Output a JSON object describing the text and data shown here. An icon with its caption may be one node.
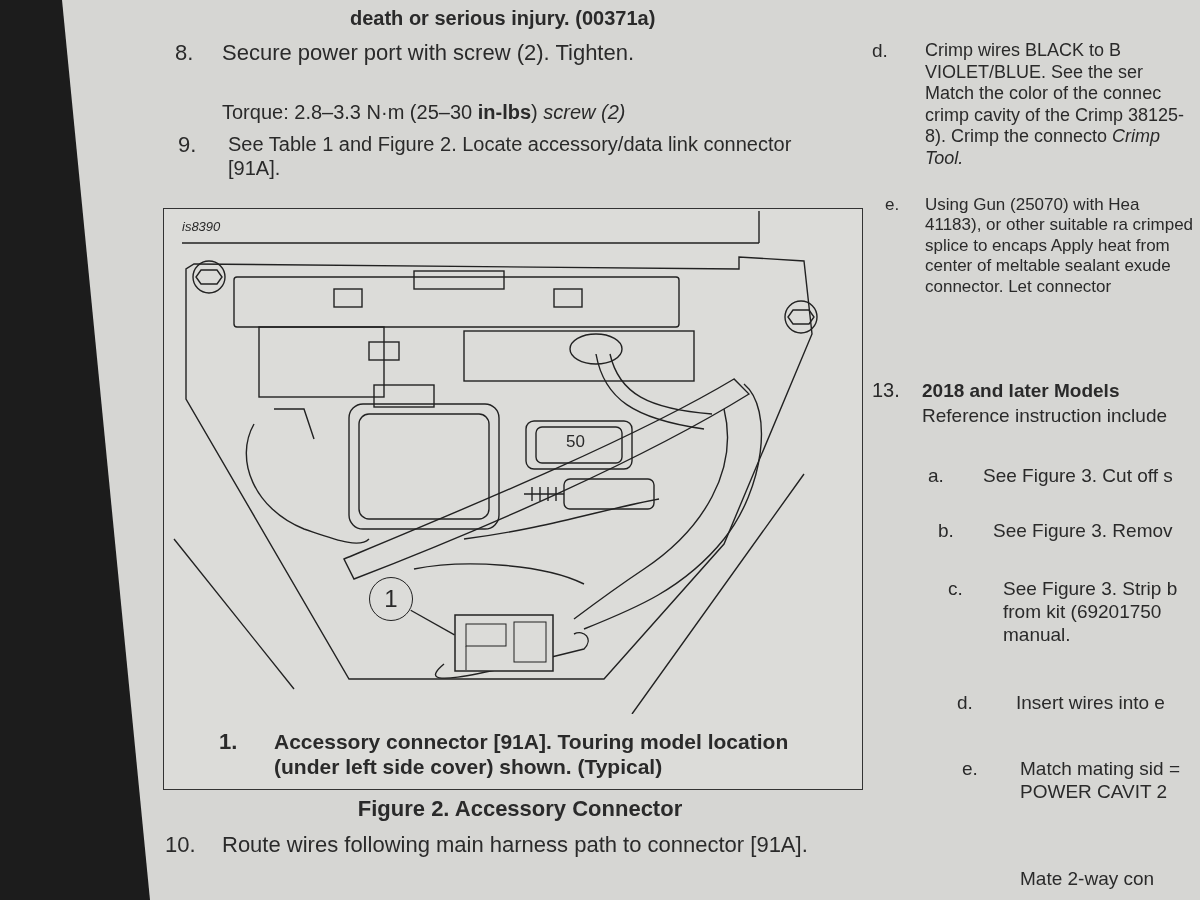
{
  "diagram": {
    "caption": "Figure 2. Accessory Connector",
    "nodes": [
      {
        "text": [
          "is8390",
          "1.",
          "Accessory connector [91A]. Touring model location (under left side cover) shown. (Typical)"
        ]
      },
      {
        "text": [
          "1"
        ],
        "in": 0
      },
      {
        "text": [],
        "shape": "box",
        "in": 0
      }
    ],
    "edges": [
      {
        "from": 1,
        "to": 2,
        "arrow": "none"
      }
    ],
    "labels": [
      "death or serious injury. (00371a)",
      "8.",
      "Secure power port with screw (2). Tighten.",
      "Torque: 2.8–3.3 N·m (25–30 **in-lbs**) *screw (2)*",
      "9.",
      "See Table 1 and Figure 2. Locate accessory/data link connector [91A].",
      "50",
      "10.",
      "Route wires following main harness path to connector [91A].",
      "d.",
      "Crimp wires BLACK to B VIOLET/BLUE. See the ser Match the color of the connec crimp cavity of the Crimp 38125-8). Crimp the connecto *Crimp Tool.*",
      "e.",
      "Using Gun (25070) with Hea 41183), or other suitable ra crimped splice to encaps Apply heat from center of meltable sealant exude connector. Let connector",
      "13.",
      "2018 and later Models",
      "Reference instruction include",
      "a.",
      "See Figure 3. Cut off s",
      "b.",
      "See Figure 3. Remov",
      "c.",
      "See Figure 3. Strip b from kit (69201750 manual.",
      "d.",
      "Insert wires into e",
      "e.",
      "Match mating sid = POWER CAVIT 2",
      "Mate 2-way con"
    ]
  }
}
